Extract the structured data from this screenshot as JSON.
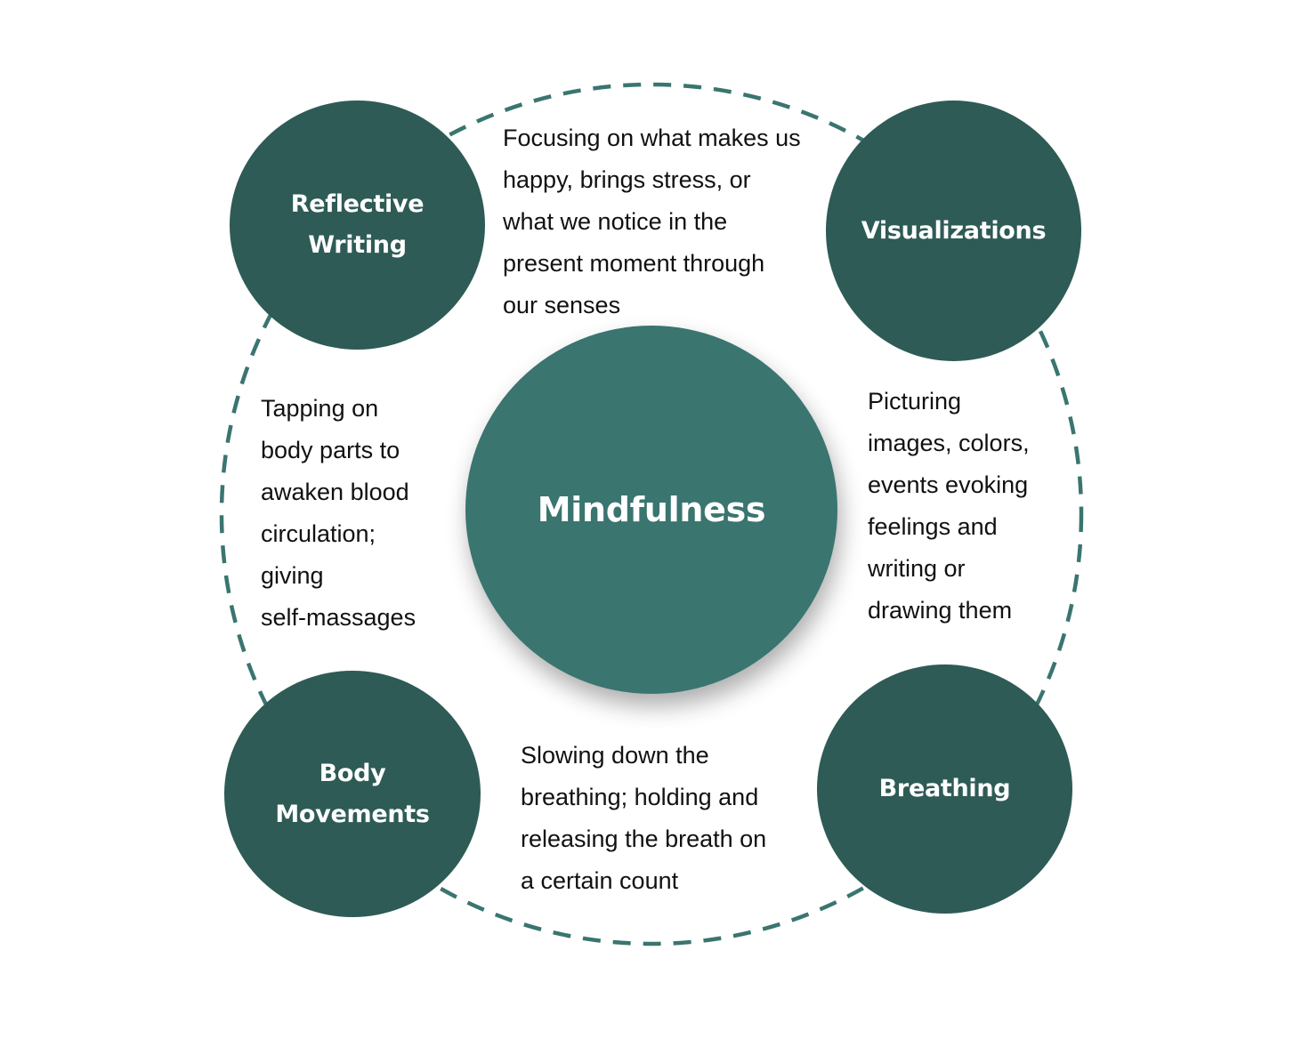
{
  "diagram": {
    "center": {
      "label": "Mindfulness"
    },
    "nodes": [
      {
        "id": "reflective-writing",
        "label": "Reflective\nWriting"
      },
      {
        "id": "visualizations",
        "label": "Visualizations"
      },
      {
        "id": "body-movements",
        "label": "Body\nMovements"
      },
      {
        "id": "breathing",
        "label": "Breathing"
      }
    ],
    "descriptions": {
      "top": "Focusing on what makes us\nhappy, brings stress, or\nwhat we notice in the\npresent moment through\nour senses",
      "left": "Tapping on\nbody parts to\nawaken blood\ncirculation;\ngiving\nself-massages",
      "right": "Picturing\nimages, colors,\nevents evoking\nfeelings and\nwriting or\ndrawing them",
      "bottom": "Slowing down the\nbreathing; holding and\nreleasing the breath on\na certain count"
    },
    "colors": {
      "node_fill": "#2e5b55",
      "center_fill": "#3a7570",
      "ring_stroke": "#3a7570",
      "text": "#111111"
    }
  }
}
